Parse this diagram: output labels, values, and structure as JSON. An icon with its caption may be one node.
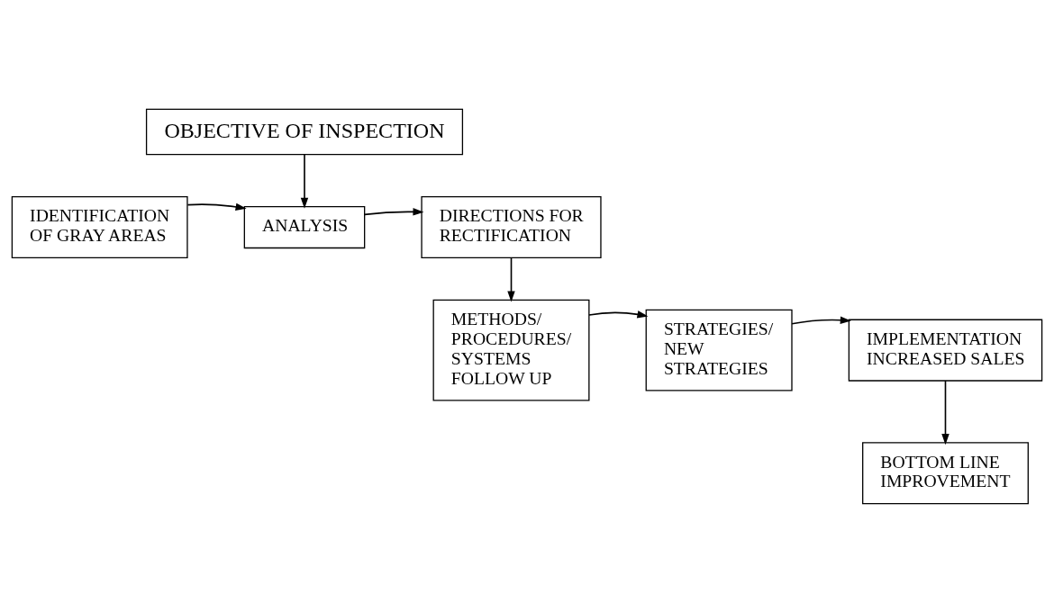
{
  "diagram": {
    "nodes": [
      {
        "text": [
          "OBJECTIVE OF INSPECTION"
        ]
      },
      {
        "text": [
          "IDENTIFICATION OF GRAY AREAS"
        ]
      },
      {
        "text": [
          "ANALYSIS"
        ]
      },
      {
        "text": [
          "DIRECTIONS FOR RECTIFICATION"
        ]
      },
      {
        "text": [
          "METHODS/ PROCEDURES/ SYSTEMS FOLLOW UP"
        ]
      },
      {
        "text": [
          "STRATEGIES/ NEW STRATEGIES"
        ]
      },
      {
        "text": [
          "IMPLEMENTATION",
          "INCREASED SALES"
        ]
      },
      {
        "text": [
          "BOTTOM LINE IMPROVEMENT"
        ]
      }
    ],
    "edges": [
      {
        "from": 0,
        "to": 2,
        "arrow": "to"
      },
      {
        "from": 1,
        "to": 2,
        "arrow": "to"
      },
      {
        "from": 2,
        "to": 3,
        "arrow": "to"
      },
      {
        "from": 3,
        "to": 4,
        "arrow": "to"
      },
      {
        "from": 4,
        "to": 5,
        "arrow": "to"
      },
      {
        "from": 5,
        "to": 6,
        "arrow": "to"
      },
      {
        "from": 6,
        "to": 7,
        "arrow": "to"
      }
    ]
  }
}
